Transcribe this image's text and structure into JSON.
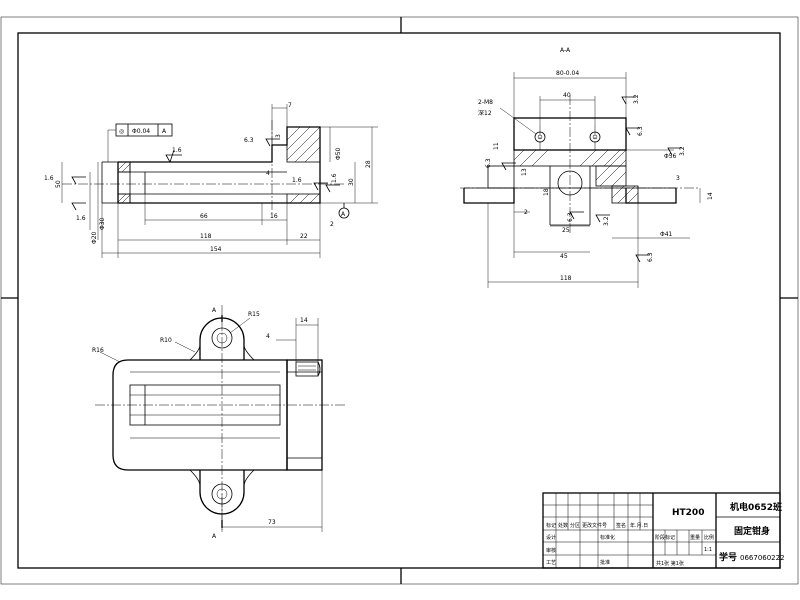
{
  "sheet": {
    "section_label": "A-A",
    "view_arrow_label": "A"
  },
  "front_view": {
    "tolerance_symbol": "◎",
    "tolerance_value": "Φ0.04",
    "tolerance_datum": "A",
    "datum_label": "A",
    "dims": {
      "d_7": "7",
      "d_3": "3",
      "d_phi50": "Φ50",
      "d_28": "28",
      "d_30": "30",
      "d_phi20": "Φ20",
      "d_phi30": "Φ30",
      "d_50": "50",
      "d_16": "16",
      "d_22": "22",
      "d_118": "118",
      "d_154": "154",
      "d_2": "2",
      "d_4": "4"
    },
    "roughness": {
      "r1": "1.6",
      "r2": "1.6",
      "r3": "1.6",
      "r4": "6.3",
      "r5": "1.6",
      "r6": "1.6"
    }
  },
  "section_view": {
    "dims": {
      "d_80": "80-0.04",
      "d_40": "40",
      "d_2m8": "2-M8",
      "d_depth": "深12",
      "d_11": "11",
      "d_13": "13",
      "d_18": "18",
      "d_2": "2",
      "d_25": "25",
      "d_45": "45",
      "d_phi56": "Φ56",
      "d_3": "3",
      "d_14": "14",
      "d_phi41": "Φ41",
      "d_118": "118"
    },
    "roughness": {
      "r1": "3.2",
      "r2": "6.3",
      "r3": "3.2",
      "r4": "6.3",
      "r5": "6.3",
      "r6": "3.2",
      "r7": "6.3"
    }
  },
  "top_view": {
    "dims": {
      "d_r16": "R16",
      "d_r10": "R10",
      "d_r15": "R15",
      "d_14": "14",
      "d_4": "4",
      "d_73": "73"
    }
  },
  "title_block": {
    "material": "HT200",
    "class_name": "机电0652班",
    "part_name": "固定钳身",
    "student_id_label": "学号",
    "student_id": "0667060222",
    "row_labels": [
      "标记",
      "处数",
      "分区",
      "更改文件号",
      "签名",
      "年.月.日"
    ],
    "design_label": "设计",
    "standard_label": "标准化",
    "review_label": "审核",
    "process_label": "工艺",
    "approve_label": "批准",
    "stage_label": "阶段标记",
    "weight_label": "重量",
    "scale_label": "比例",
    "scale_value": "1:1",
    "sheet_info": "共1张  第1张"
  }
}
